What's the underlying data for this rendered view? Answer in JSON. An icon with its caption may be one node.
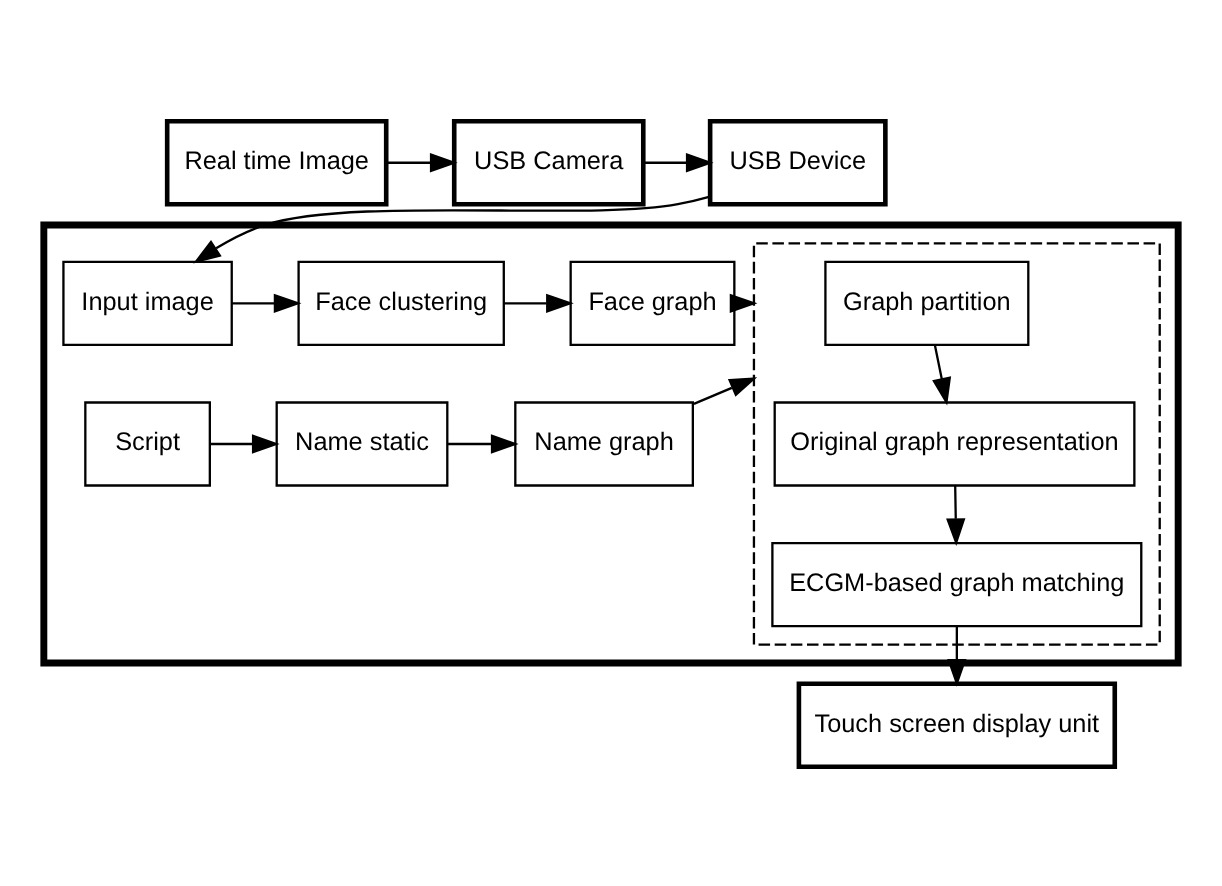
{
  "diagram": {
    "nodes": [
      {
        "text": [
          "USB Device"
        ]
      },
      {
        "text": [
          "USB Camera"
        ]
      },
      {
        "text": [
          "Real time Image"
        ]
      },
      {
        "text": [],
        "shape": "box"
      },
      {
        "text": [
          "Input image"
        ],
        "in": 3
      },
      {
        "text": [
          "Face clustering"
        ],
        "in": 3
      },
      {
        "text": [
          "Face graph"
        ],
        "in": 3
      },
      {
        "text": [
          "Script"
        ],
        "in": 3
      },
      {
        "text": [
          "Name static"
        ],
        "in": 3
      },
      {
        "text": [
          "Name graph"
        ],
        "in": 3
      },
      {
        "text": [],
        "shape": "box",
        "in": 3
      },
      {
        "text": [
          "Graph partition"
        ],
        "in": 10
      },
      {
        "text": [
          "Original graph representation"
        ],
        "in": 10
      },
      {
        "text": [
          "ECGM-based graph matching"
        ],
        "in": 10
      },
      {
        "text": [
          "Touch screen display unit"
        ]
      }
    ],
    "edges": [
      {
        "from": 2,
        "to": 1,
        "arrow": "to"
      },
      {
        "from": 1,
        "to": 0,
        "arrow": "to"
      },
      {
        "from": 0,
        "to": 4,
        "arrow": "to"
      },
      {
        "from": 4,
        "to": 5,
        "arrow": "to"
      },
      {
        "from": 5,
        "to": 6,
        "arrow": "to"
      },
      {
        "from": 6,
        "to": 10,
        "arrow": "to"
      },
      {
        "from": 7,
        "to": 8,
        "arrow": "to"
      },
      {
        "from": 8,
        "to": 9,
        "arrow": "to"
      },
      {
        "from": 9,
        "to": 10,
        "arrow": "to"
      },
      {
        "from": 11,
        "to": 12,
        "arrow": "to"
      },
      {
        "from": 12,
        "to": 13,
        "arrow": "to"
      },
      {
        "from": 13,
        "to": 14,
        "arrow": "to"
      }
    ]
  }
}
